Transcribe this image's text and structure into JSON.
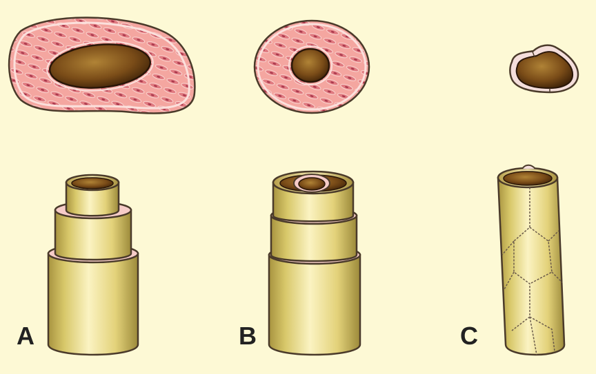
{
  "labels": {
    "a": "A",
    "b": "B",
    "c": "C"
  },
  "colors": {
    "background": "#fdf9d5",
    "muscle_pink": "#f4a6a0",
    "cell_dark": "#b5485a",
    "lumen_brown": "#6a3f14",
    "tube_yellow": "#e9dc8c",
    "outline": "#4a3a2a"
  }
}
